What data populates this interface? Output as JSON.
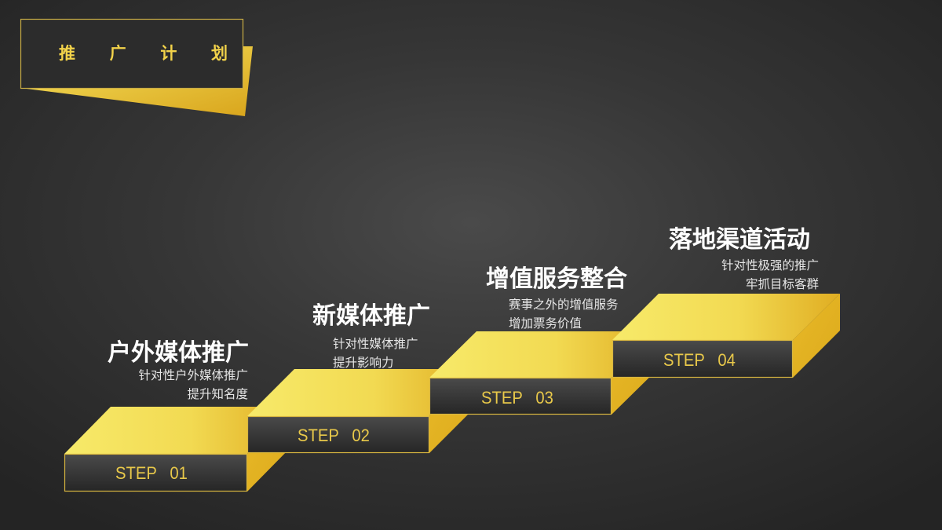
{
  "slide": {
    "title": [
      "推",
      "广",
      "计",
      "划"
    ],
    "accent_color": "#f2d24a",
    "background_color": "#333333"
  },
  "steps": [
    {
      "label": "STEP   01",
      "heading": "户外媒体推广",
      "desc_line1": "针对性户外媒体推广",
      "desc_line2": "提升知名度"
    },
    {
      "label": "STEP   02",
      "heading": "新媒体推广",
      "desc_line1": "针对性媒体推广",
      "desc_line2": "提升影响力"
    },
    {
      "label": "STEP   03",
      "heading": "增值服务整合",
      "desc_line1": "赛事之外的增值服务",
      "desc_line2": "增加票务价值"
    },
    {
      "label": "STEP   04",
      "heading": "落地渠道活动",
      "desc_line1": "针对性极强的推广",
      "desc_line2": "牢抓目标客群"
    }
  ]
}
